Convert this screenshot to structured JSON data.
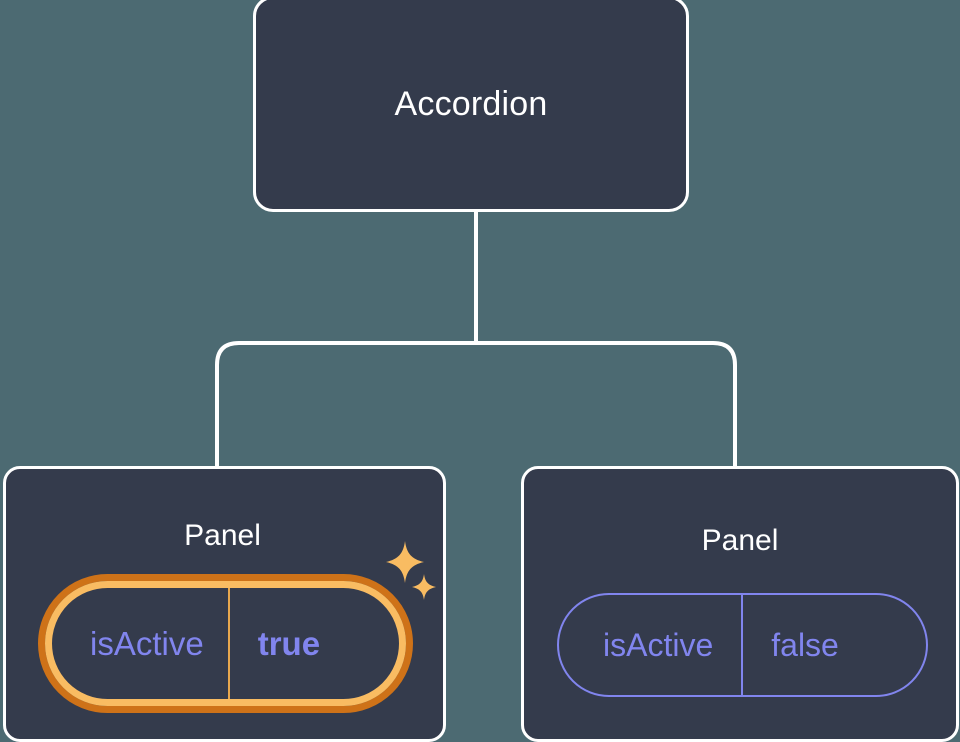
{
  "theme": {
    "background": "#4c6a72",
    "node_fill": "#343b4c",
    "node_border": "#ffffff",
    "prop_text": "#8185ee",
    "highlight_outer": "#ce7218",
    "highlight_inner": "#f9bc62",
    "highlight_divider": "#e8a84e",
    "sparkle": "#f9bc62"
  },
  "tree": {
    "root": {
      "label": "Accordion"
    },
    "children": [
      {
        "label": "Panel",
        "highlighted": true,
        "prop": {
          "key": "isActive",
          "value": "true"
        },
        "decorations": [
          "sparkle-large-icon",
          "sparkle-small-icon"
        ]
      },
      {
        "label": "Panel",
        "highlighted": false,
        "prop": {
          "key": "isActive",
          "value": "false"
        }
      }
    ]
  }
}
